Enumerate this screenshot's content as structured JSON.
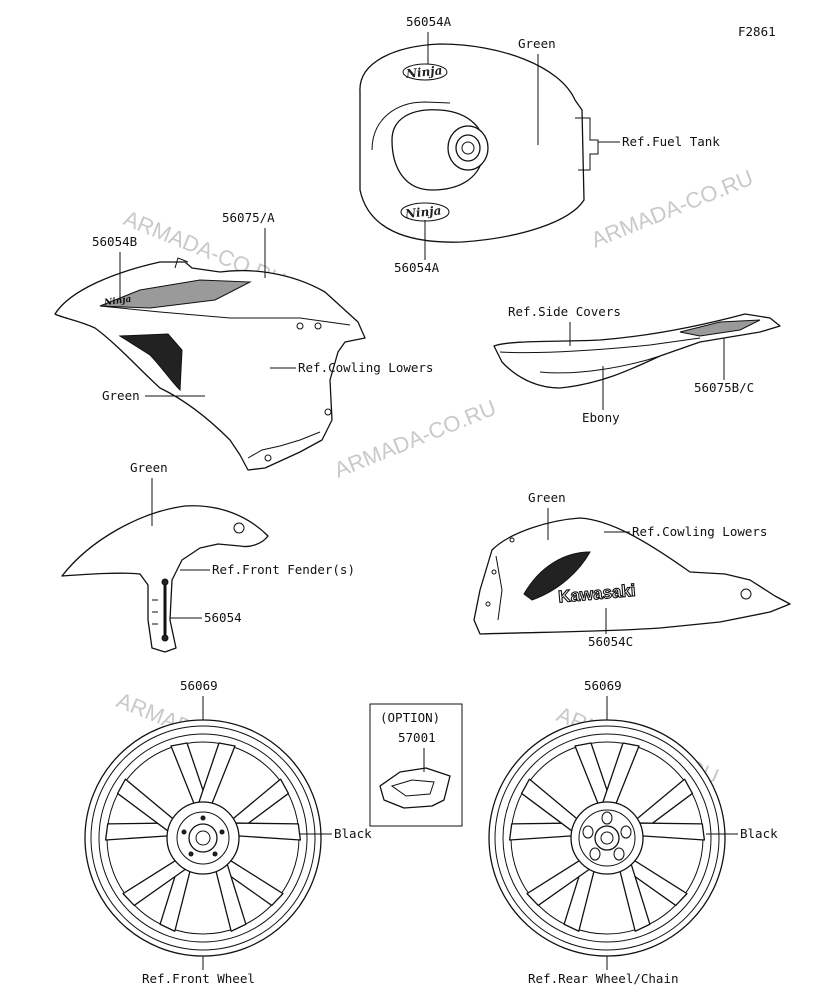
{
  "figure_code": "F2861",
  "watermark": "ARMADA-CO.RU",
  "labels": {
    "tank_top": "56054A",
    "tank_bottom": "56054A",
    "tank_color": "Green",
    "ref_fuel_tank": "Ref.Fuel Tank",
    "cowl_upper_part": "56075/A",
    "cowl_upper_emblem": "56054B",
    "ref_cowling_lowers_1": "Ref.Cowling Lowers",
    "cowl_upper_color": "Green",
    "ref_side_covers": "Ref.Side Covers",
    "side_cover_part": "56075B/C",
    "side_cover_color": "Ebony",
    "fender_color": "Green",
    "ref_front_fender": "Ref.Front Fender(s)",
    "fender_part": "56054",
    "lower_cowl_color": "Green",
    "ref_cowling_lowers_2": "Ref.Cowling Lowers",
    "lower_cowl_part": "56054C",
    "front_wheel_part": "56069",
    "front_wheel_color": "Black",
    "ref_front_wheel": "Ref.Front Wheel",
    "option_title": "(OPTION)",
    "option_part": "57001",
    "rear_wheel_part": "56069",
    "rear_wheel_color": "Black",
    "ref_rear_wheel": "Ref.Rear Wheel/Chain"
  },
  "decals": {
    "ninja": "Ninja",
    "kawasaki": "Kawasaki"
  }
}
